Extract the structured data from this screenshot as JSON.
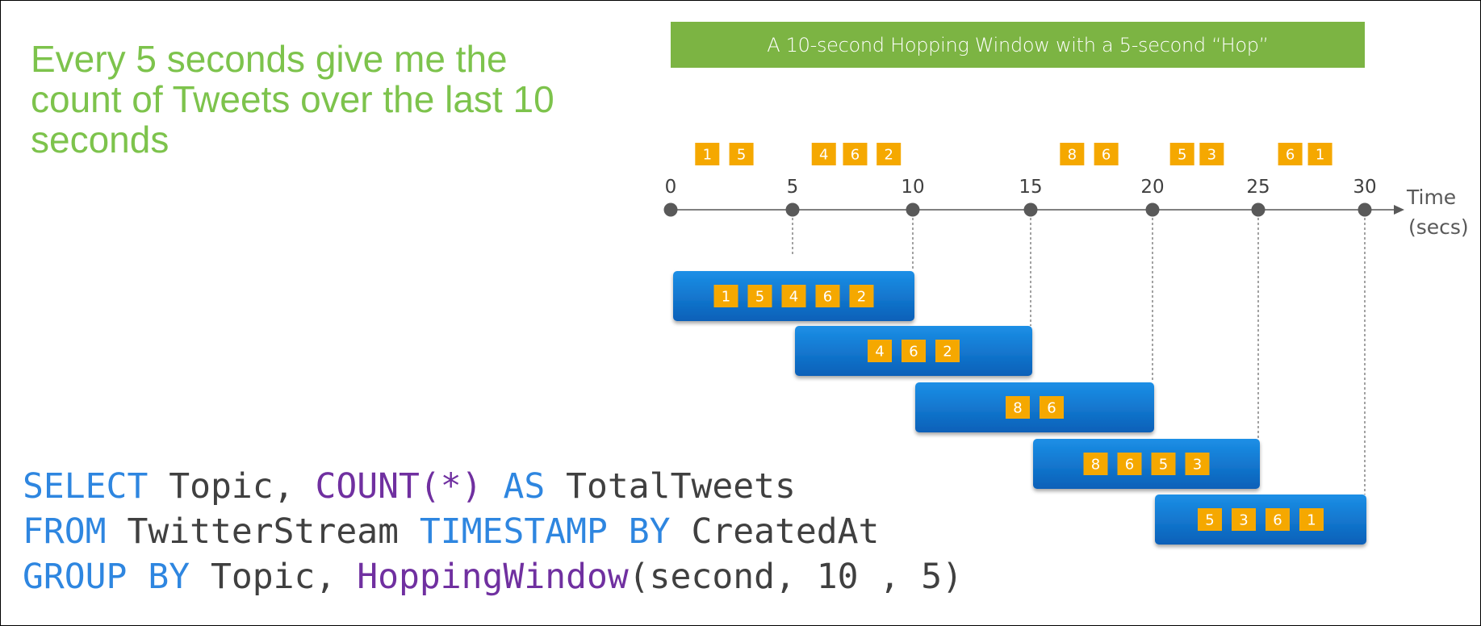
{
  "headline": "Every 5 seconds give me the\ncount of Tweets over the last 10\nseconds",
  "banner": "A 10-second Hopping Window with a 5-second “Hop”",
  "timeline": {
    "ticks": [
      "0",
      "5",
      "10",
      "15",
      "20",
      "25",
      "30"
    ],
    "axis_label_line1": "Time",
    "axis_label_line2": "(secs)",
    "events": [
      {
        "label": "1",
        "t": 1.5
      },
      {
        "label": "5",
        "t": 2.9
      },
      {
        "label": "4",
        "t": 6.3
      },
      {
        "label": "6",
        "t": 7.6
      },
      {
        "label": "2",
        "t": 9.0
      },
      {
        "label": "8",
        "t": 16.7
      },
      {
        "label": "6",
        "t": 18.1
      },
      {
        "label": "5",
        "t": 21.4
      },
      {
        "label": "3",
        "t": 22.8
      },
      {
        "label": "6",
        "t": 26.5
      },
      {
        "label": "1",
        "t": 27.9
      }
    ]
  },
  "windows": [
    {
      "start": 0,
      "end": 10,
      "events": [
        "1",
        "5",
        "4",
        "6",
        "2"
      ]
    },
    {
      "start": 5,
      "end": 15,
      "events": [
        "4",
        "6",
        "2"
      ]
    },
    {
      "start": 10,
      "end": 20,
      "events": [
        "8",
        "6"
      ]
    },
    {
      "start": 15,
      "end": 25,
      "events": [
        "8",
        "6",
        "5",
        "3"
      ]
    },
    {
      "start": 20,
      "end": 30,
      "events": [
        "5",
        "3",
        "6",
        "1"
      ]
    }
  ],
  "query": {
    "line1": [
      {
        "text": "SELECT",
        "kind": "kw"
      },
      {
        "text": " Topic, ",
        "kind": "plain"
      },
      {
        "text": "COUNT(*)",
        "kind": "fn"
      },
      {
        "text": " ",
        "kind": "plain"
      },
      {
        "text": "AS",
        "kind": "kw"
      },
      {
        "text": " TotalTweets",
        "kind": "plain"
      }
    ],
    "line2": [
      {
        "text": "FROM",
        "kind": "kw"
      },
      {
        "text": " TwitterStream ",
        "kind": "plain"
      },
      {
        "text": "TIMESTAMP BY",
        "kind": "kw"
      },
      {
        "text": " CreatedAt",
        "kind": "plain"
      }
    ],
    "line3": [
      {
        "text": "GROUP BY",
        "kind": "kw"
      },
      {
        "text": " Topic, ",
        "kind": "plain"
      },
      {
        "text": "HoppingWindow",
        "kind": "fn"
      },
      {
        "text": "(second, 10 , 5)",
        "kind": "plain"
      }
    ]
  },
  "colors": {
    "headline": "#7dc34c",
    "banner": "#7cb443",
    "event_box": "#f5a800",
    "window_top": "#1c8fe6",
    "window_bottom": "#0a60b8",
    "keyword": "#2e86e0",
    "function": "#7030a0",
    "dot": "#595959"
  }
}
